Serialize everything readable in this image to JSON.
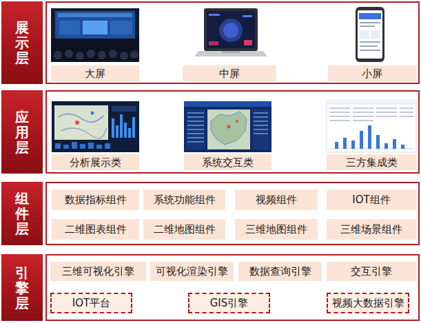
{
  "diagram": {
    "nodes": [
      {
        "text": [
          "展示层"
        ]
      },
      {
        "text": [
          "大屏"
        ],
        "in": 0
      },
      {
        "text": [
          "中屏"
        ],
        "in": 0
      },
      {
        "text": [
          "小屏"
        ],
        "in": 0
      },
      {
        "text": [
          "应用层"
        ]
      },
      {
        "text": [
          "分析展示类"
        ],
        "in": 4
      },
      {
        "text": [
          "系统交互类"
        ],
        "in": 4
      },
      {
        "text": [
          "三方集成类"
        ],
        "in": 4
      },
      {
        "text": [
          "组件层"
        ]
      },
      {
        "text": [
          "数据指标组件"
        ],
        "in": 8
      },
      {
        "text": [
          "系统功能组件"
        ],
        "in": 8
      },
      {
        "text": [
          "视频组件"
        ],
        "in": 8
      },
      {
        "text": [
          "IOT组件"
        ],
        "in": 8
      },
      {
        "text": [
          "二维图表组件"
        ],
        "in": 8
      },
      {
        "text": [
          "二维地图组件"
        ],
        "in": 8
      },
      {
        "text": [
          "三维地图组件"
        ],
        "in": 8
      },
      {
        "text": [
          "三维场景组件"
        ],
        "in": 8
      },
      {
        "text": [
          "引擎层"
        ]
      },
      {
        "text": [
          "三维可视化引擎"
        ],
        "in": 17
      },
      {
        "text": [
          "可视化渲染引擎"
        ],
        "in": 17
      },
      {
        "text": [
          "数据查询引擎"
        ],
        "in": 17
      },
      {
        "text": [
          "交互引擎"
        ],
        "in": 17
      },
      {
        "text": [
          "IOT平台"
        ],
        "in": 17
      },
      {
        "text": [
          "GIS引擎"
        ],
        "in": 17
      },
      {
        "text": [
          "视频大数据引擎"
        ],
        "in": 17
      }
    ]
  }
}
